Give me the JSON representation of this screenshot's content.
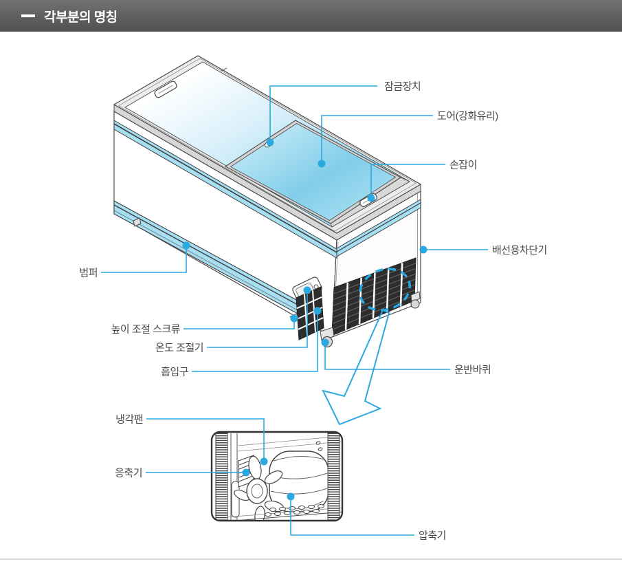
{
  "header": {
    "title": "각부분의 명칭"
  },
  "diagram": {
    "type": "chest-freezer-parts-diagram",
    "labels": {
      "lock": "잠금장치",
      "door": "도어(강화유리)",
      "handle": "손잡이",
      "breaker": "배선용차단기",
      "bumper": "범퍼",
      "height_screw": "높이 조절 스크류",
      "thermostat": "온도 조절기",
      "intake": "흡입구",
      "wheel": "운반바퀴",
      "fan": "냉각팬",
      "condenser": "응축기",
      "compressor": "압축기"
    },
    "colors": {
      "leader_line": "#2aa9e1",
      "bumper_stripe": "#a6def2",
      "glass_blue": "#82cde9",
      "header_bar": "#5e5e5e",
      "label_text": "#4a4a4a"
    }
  }
}
